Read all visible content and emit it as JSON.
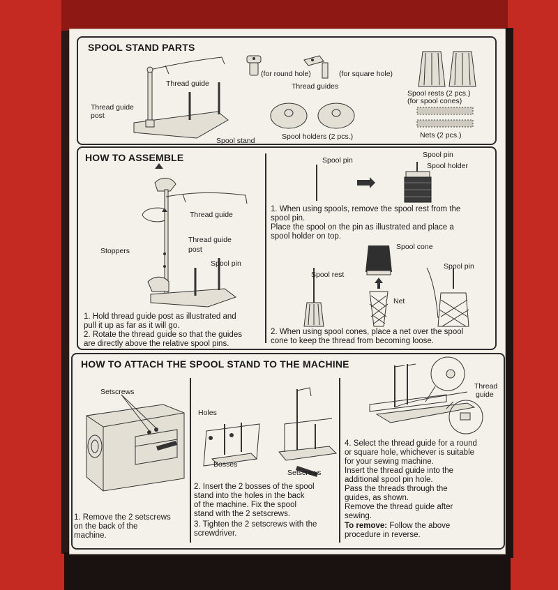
{
  "spool_stand_parts": {
    "title": "SPOOL STAND PARTS",
    "thread_guide": "Thread guide",
    "thread_guide_post_1": "Thread guide",
    "thread_guide_post_2": "post",
    "spool_stand": "Spool stand",
    "for_round_hole": "(for round hole)",
    "for_square_hole": "(for square hole)",
    "thread_guides": "Thread guides",
    "spool_holders": "Spool holders (2 pcs.)",
    "spool_rests_1": "Spool rests (2 pcs.)",
    "spool_rests_2": "(for spool cones)",
    "nets": "Nets (2 pcs.)"
  },
  "how_to_assemble": {
    "title": "HOW TO ASSEMBLE",
    "thread_guide": "Thread guide",
    "thread_guide_post_1": "Thread guide",
    "thread_guide_post_2": "post",
    "stoppers": "Stoppers",
    "spool_pin": "Spool pin",
    "step1": [
      "1. Hold thread guide post as illustrated and",
      "    pull it up as far as it will go."
    ],
    "step2": [
      "2. Rotate the thread guide so that the guides",
      "    are directly above the relative spool pins."
    ],
    "right_spool_pin_a": "Spool pin",
    "right_spool_pin_b": "Spool pin",
    "right_spool_holder": "Spool holder",
    "right_step1": [
      "1. When using spools, remove the spool rest from the",
      "    spool pin.",
      "    Place the spool on the pin as illustrated and place a",
      "    spool holder on top."
    ],
    "spool_cone": "Spool cone",
    "spool_rest": "Spool rest",
    "spool_pin_c": "Spool pin",
    "net": "Net",
    "right_step2": [
      "2. When using spool cones, place a net over the spool",
      "    cone to keep the thread from becoming loose."
    ]
  },
  "how_to_attach": {
    "title": "HOW TO ATTACH THE SPOOL STAND TO THE MACHINE",
    "setscrews": "Setscrews",
    "col1_step": [
      "1. Remove the 2 setscrews",
      "    on the back of the",
      "    machine."
    ],
    "holes": "Holes",
    "bosses": "Bosses",
    "setscrews_2": "Setscrews",
    "col2_step2": [
      "2. Insert the 2 bosses of the spool",
      "    stand into the holes in the back",
      "    of the machine. Fix the spool",
      "    stand with the 2 setscrews."
    ],
    "col2_step3": [
      "3. Tighten the 2 setscrews with the",
      "    screwdriver."
    ],
    "thread_guide_1": "Thread",
    "thread_guide_2": "guide",
    "col3_step4": [
      "4. Select the thread guide for a round",
      "    or square hole, whichever is suitable",
      "    for your sewing machine.",
      "    Insert the thread guide into the",
      "    additional spool pin hole.",
      "    Pass the threads through the",
      "    guides, as shown.",
      "    Remove the thread guide after",
      "    sewing."
    ],
    "to_remove_label": "To remove:",
    "to_remove_text": " Follow the above",
    "to_remove_text_2": "procedure in reverse."
  }
}
